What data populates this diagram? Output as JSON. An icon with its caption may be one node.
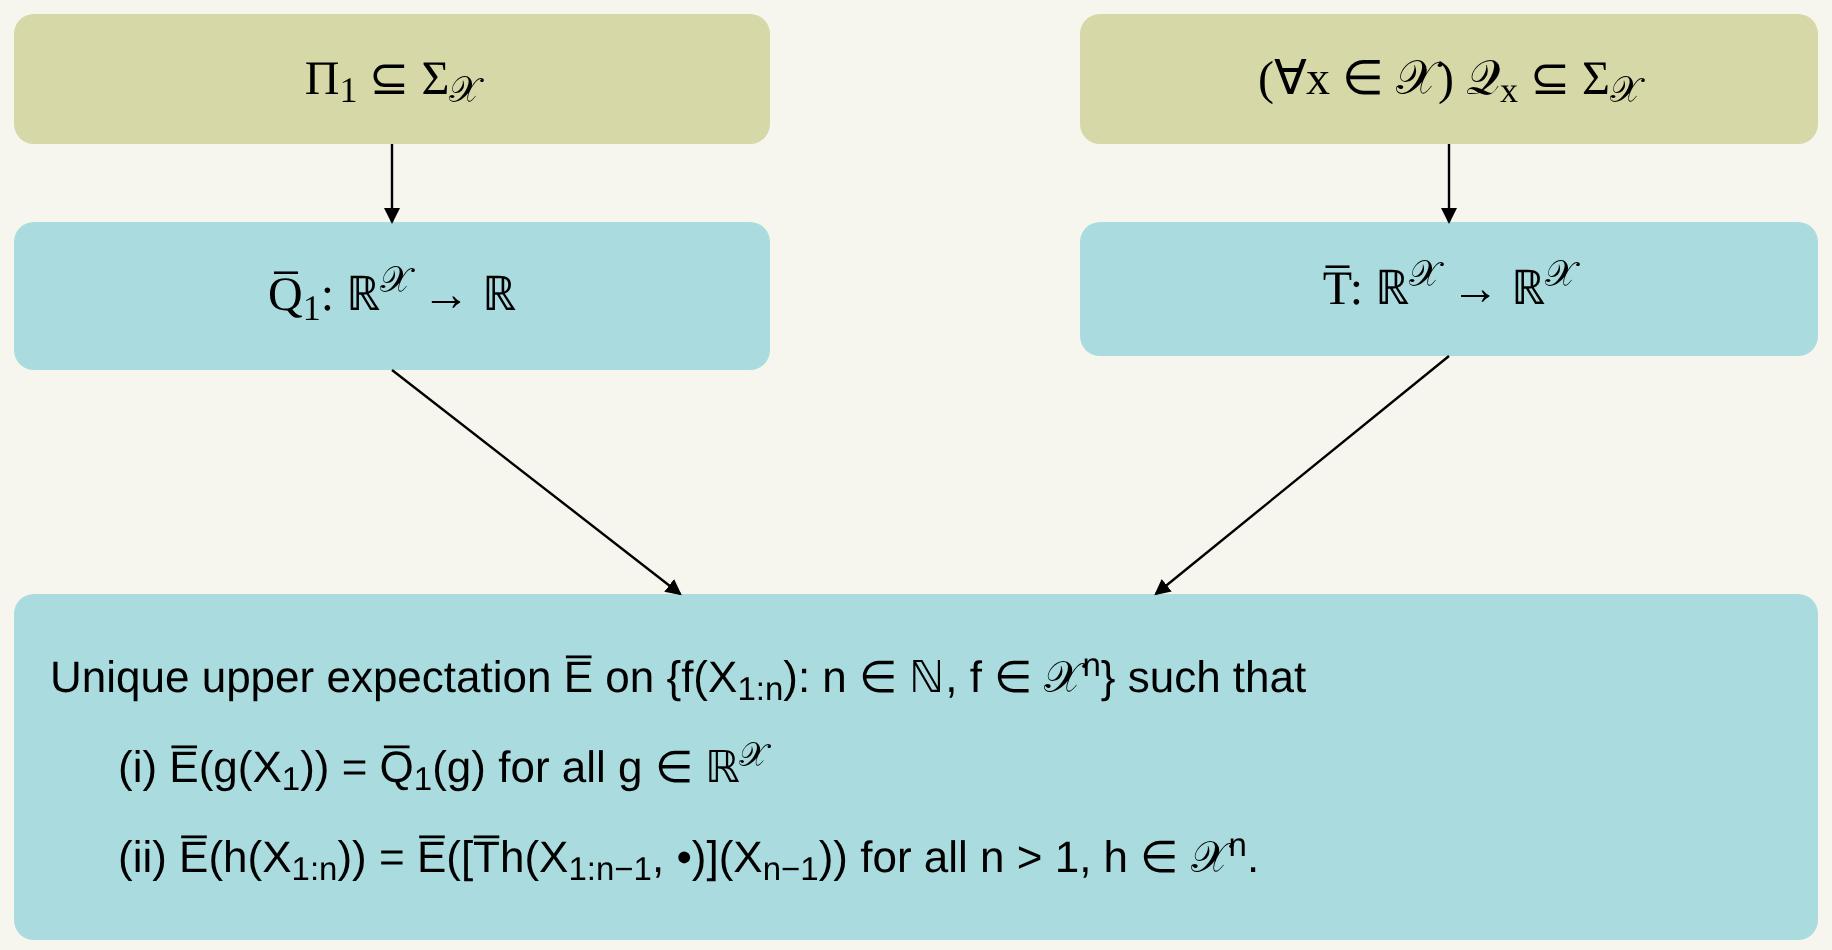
{
  "diagram": {
    "nodes": [
      {
        "text": [
          "Π$_{1}$ ⊆ Σ$_{𝒳}$"
        ]
      },
      {
        "text": [
          "(∀x ∈ 𝒳) 𝒬$_{x}$ ⊆ Σ$_{𝒳}$"
        ]
      },
      {
        "text": [
          "Q̅$_{1}$: ℝ$^{𝒳}$ → ℝ"
        ]
      },
      {
        "text": [
          "T̅: ℝ$^{𝒳}$ → ℝ$^{𝒳}$"
        ]
      },
      {
        "text": [
          "Unique upper expectation E̅ on {f(X$_{1:n}$): n ∈ ℕ, f ∈ 𝒳$^{n}$} such that",
          "(i) E̅(g(X$_{1}$)) = Q̅$_{1}$(g) for all g ∈ ℝ$^{𝒳}$",
          "(ii) E̅(h(X$_{1:n}$)) = E̅([T̅h(X$_{1:n−1}$, •)](X$_{n−1}$)) for all n > 1, h ∈ 𝒳$^{n}$."
        ]
      }
    ],
    "edges": [
      {
        "from": 0,
        "to": 2,
        "arrow": "to"
      },
      {
        "from": 1,
        "to": 3,
        "arrow": "to"
      },
      {
        "from": 2,
        "to": 4,
        "arrow": "to"
      },
      {
        "from": 3,
        "to": 4,
        "arrow": "to"
      }
    ]
  }
}
